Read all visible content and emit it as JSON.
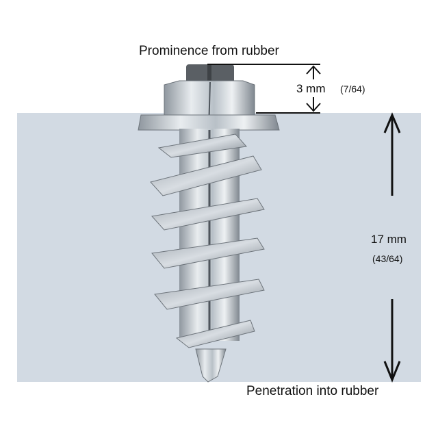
{
  "diagram": {
    "subject": "ice screw stud in tire rubber",
    "labels": {
      "prominence_title": "Prominence from rubber",
      "prominence_metric": "3 mm",
      "prominence_imperial": "(7/64)",
      "penetration_metric": "17 mm",
      "penetration_imperial": "(43/64)",
      "penetration_title": "Penetration into rubber"
    },
    "colors": {
      "rubber": "#d2dae3",
      "metal_light": "#e4e8ec",
      "metal_mid": "#a9b1b9",
      "metal_dark": "#5d646b",
      "pin": "#5a5f64",
      "arrow": "#111111"
    }
  }
}
